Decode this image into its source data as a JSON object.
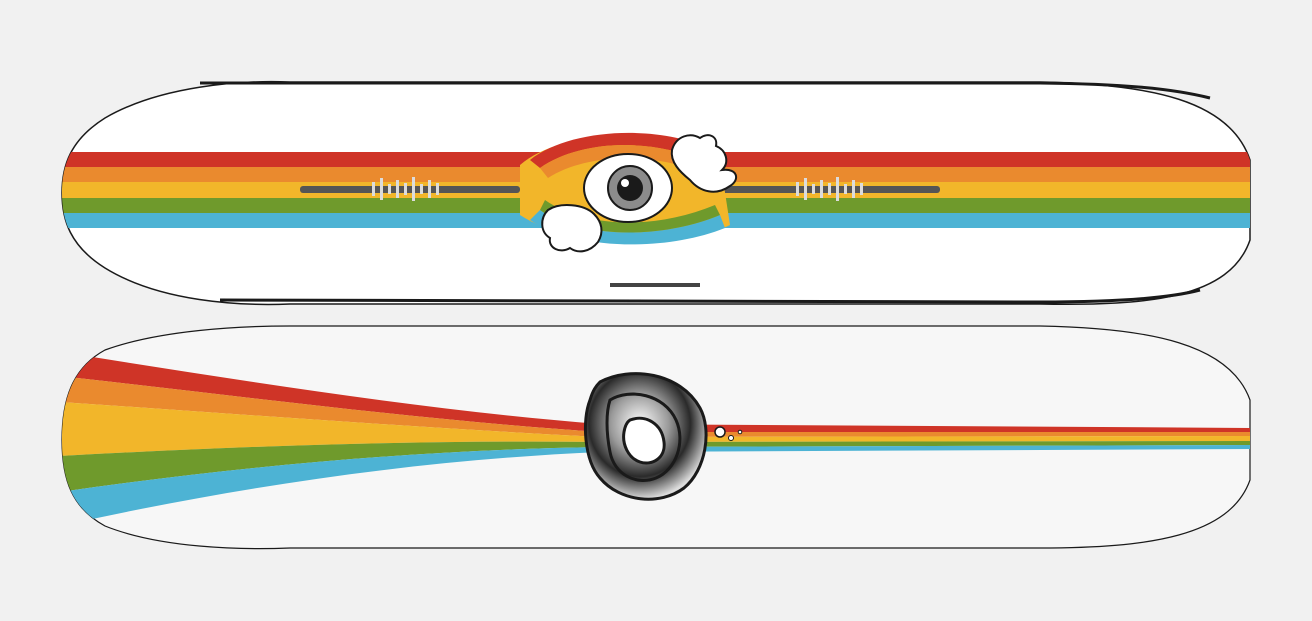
{
  "scene": {
    "background": "#f1f1f1",
    "boards": [
      {
        "id": "top-deck",
        "artwork": "eye-and-hands-peeling-rainbow-stripes"
      },
      {
        "id": "base",
        "artwork": "chrome-bubble-logo-rainbow-flare"
      }
    ],
    "palette": {
      "red": "#cf3427",
      "orange": "#ea8a2e",
      "yellow": "#f2b62a",
      "green": "#6f9a2c",
      "blue": "#4db3d4",
      "outline": "#1a1a1a",
      "board_white": "#ffffff",
      "base_white": "#f7f7f7"
    }
  }
}
